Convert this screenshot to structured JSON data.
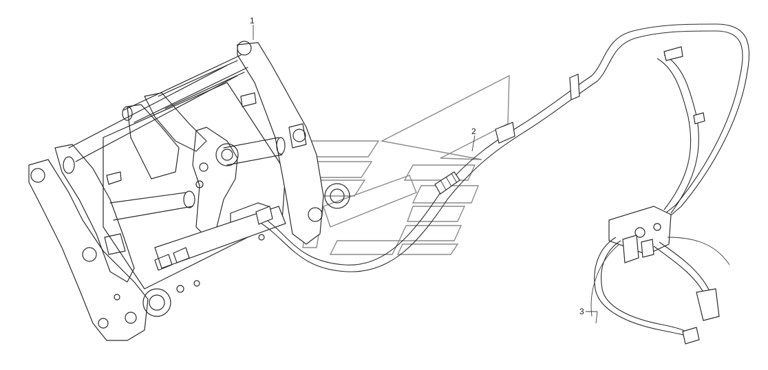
{
  "callouts": [
    {
      "id": "1",
      "text": "1"
    },
    {
      "id": "2",
      "text": "2"
    },
    {
      "id": "3",
      "text": "3"
    }
  ],
  "colors": {
    "line": "#2a2a2a",
    "watermark": "#8a8a8a",
    "background": "#ffffff"
  },
  "icons": [
    "quick-coupler-frame",
    "hydraulic-hose-assembly",
    "control-valve-block",
    "company-logo-watermark"
  ]
}
